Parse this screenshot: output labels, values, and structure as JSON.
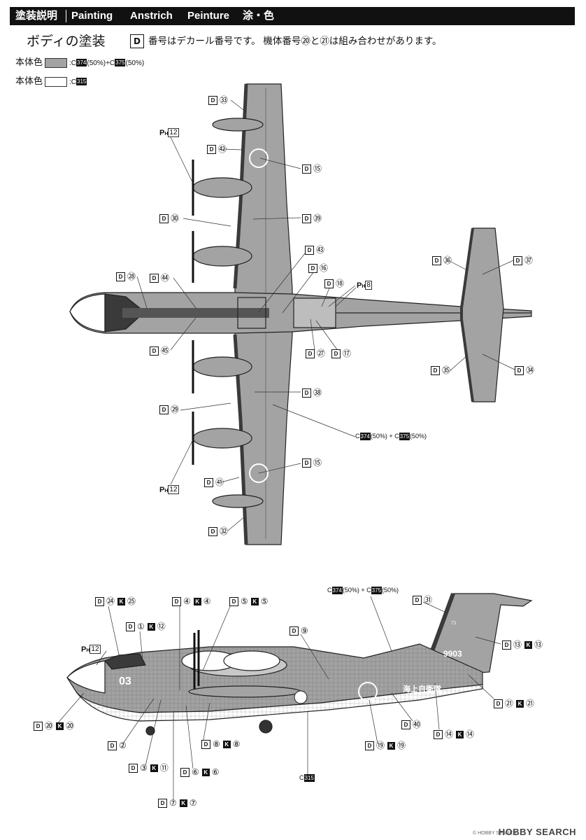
{
  "header": {
    "title_ja": "塗装説明",
    "title_en": "Painting",
    "title_de": "Anstrich",
    "title_fr": "Peinture",
    "title_zh": "涂・色"
  },
  "section_title": "ボディの塗装",
  "note": {
    "decal_icon": "D",
    "text": "番号はデカール番号です。 機体番号⑳と㉑は組み合わせがあります。"
  },
  "legend": [
    {
      "label": "本体色",
      "swatch_color": "#a3a3a3",
      "prefix": ":C",
      "code1": "374",
      "pct1": "(50%)",
      "plus": "+C",
      "code2": "375",
      "pct2": "(50%)"
    },
    {
      "label": "本体色",
      "swatch_color": "#ffffff",
      "prefix": ":C",
      "code1": "315"
    }
  ],
  "top_view_callouts": [
    {
      "id": "t33",
      "d": "D",
      "num": "㉝"
    },
    {
      "id": "t42",
      "d": "D",
      "num": "㊷"
    },
    {
      "id": "t15a",
      "d": "D",
      "num": "⑮"
    },
    {
      "id": "t30",
      "d": "D",
      "num": "㉚"
    },
    {
      "id": "t39",
      "d": "D",
      "num": "㊴"
    },
    {
      "id": "t43",
      "d": "D",
      "num": "㊸"
    },
    {
      "id": "t16",
      "d": "D",
      "num": "⑯"
    },
    {
      "id": "t18",
      "d": "D",
      "num": "⑱"
    },
    {
      "id": "t28",
      "d": "D",
      "num": "㉘"
    },
    {
      "id": "t44",
      "d": "D",
      "num": "㊹"
    },
    {
      "id": "t45",
      "d": "D",
      "num": "㊺"
    },
    {
      "id": "t27",
      "d": "D",
      "num": "㉗"
    },
    {
      "id": "t17",
      "d": "D",
      "num": "⑰"
    },
    {
      "id": "t36",
      "d": "D",
      "num": "㊱"
    },
    {
      "id": "t37",
      "d": "D",
      "num": "㊲"
    },
    {
      "id": "t35",
      "d": "D",
      "num": "㉟"
    },
    {
      "id": "t34",
      "d": "D",
      "num": "㉞"
    },
    {
      "id": "t38",
      "d": "D",
      "num": "㊳"
    },
    {
      "id": "t29",
      "d": "D",
      "num": "㉙"
    },
    {
      "id": "t15b",
      "d": "D",
      "num": "⑮"
    },
    {
      "id": "t41",
      "d": "D",
      "num": "㊶"
    },
    {
      "id": "t32",
      "d": "D",
      "num": "㉜"
    }
  ],
  "top_view_ph": [
    {
      "id": "ph12a",
      "label": "P",
      "sub": "H",
      "num": "12"
    },
    {
      "id": "ph8",
      "label": "P",
      "sub": "H",
      "num": "8"
    },
    {
      "id": "ph12b",
      "label": "P",
      "sub": "H",
      "num": "12"
    }
  ],
  "top_view_mix": {
    "c1": "C",
    "code1": "374",
    "pct1": "(50%)",
    "plus": "+",
    "c2": "C",
    "code2": "375",
    "pct2": "(50%)"
  },
  "side_view_callouts": [
    {
      "id": "s24",
      "d": "D",
      "num": "㉔",
      "k": "K",
      "knum": "㉕"
    },
    {
      "id": "s1",
      "d": "D",
      "num": "①",
      "k": "K",
      "knum": "⑫"
    },
    {
      "id": "s4",
      "d": "D",
      "num": "④",
      "k": "K",
      "knum": "④"
    },
    {
      "id": "s5",
      "d": "D",
      "num": "⑤",
      "k": "K",
      "knum": "⑤"
    },
    {
      "id": "s9",
      "d": "D",
      "num": "⑨"
    },
    {
      "id": "s31",
      "d": "D",
      "num": "㉛"
    },
    {
      "id": "s13",
      "d": "D",
      "num": "⑬",
      "k": "K",
      "knum": "⑬"
    },
    {
      "id": "s20",
      "d": "D",
      "num": "⑳",
      "k": "K",
      "knum": "⑳"
    },
    {
      "id": "s2",
      "d": "D",
      "num": "②"
    },
    {
      "id": "s8",
      "d": "D",
      "num": "⑧",
      "k": "K",
      "knum": "⑧"
    },
    {
      "id": "s3",
      "d": "D",
      "num": "③",
      "k": "K",
      "knum": "⑪"
    },
    {
      "id": "s6",
      "d": "D",
      "num": "⑥",
      "k": "K",
      "knum": "⑥"
    },
    {
      "id": "s7",
      "d": "D",
      "num": "⑦",
      "k": "K",
      "knum": "⑦"
    },
    {
      "id": "s19",
      "d": "D",
      "num": "⑲",
      "k": "K",
      "knum": "⑲"
    },
    {
      "id": "s40",
      "d": "D",
      "num": "㊵"
    },
    {
      "id": "s14",
      "d": "D",
      "num": "⑭",
      "k": "K",
      "knum": "⑭"
    },
    {
      "id": "s21",
      "d": "D",
      "num": "㉑",
      "k": "K",
      "knum": "㉑"
    }
  ],
  "side_view_ph": {
    "label": "P",
    "sub": "H",
    "num": "12"
  },
  "side_view_mix": {
    "c1": "C",
    "code1": "374",
    "pct1": "(50%)",
    "plus": "+",
    "c2": "C",
    "code2": "375",
    "pct2": "(50%)"
  },
  "side_view_c315": {
    "c": "C",
    "code": "315"
  },
  "aircraft_markings": {
    "nose_number": "03",
    "tail_number": "9903",
    "tail_code": "71",
    "fuselage_text": "海上自衛隊"
  },
  "colors": {
    "body_gray": "#a3a3a3",
    "dark_trim": "#3a3a3a",
    "outline": "#222222",
    "hull_white": "#ffffff"
  },
  "watermark": "HOBBY SEARCH",
  "copyright": "© HOBBY SEARCH"
}
